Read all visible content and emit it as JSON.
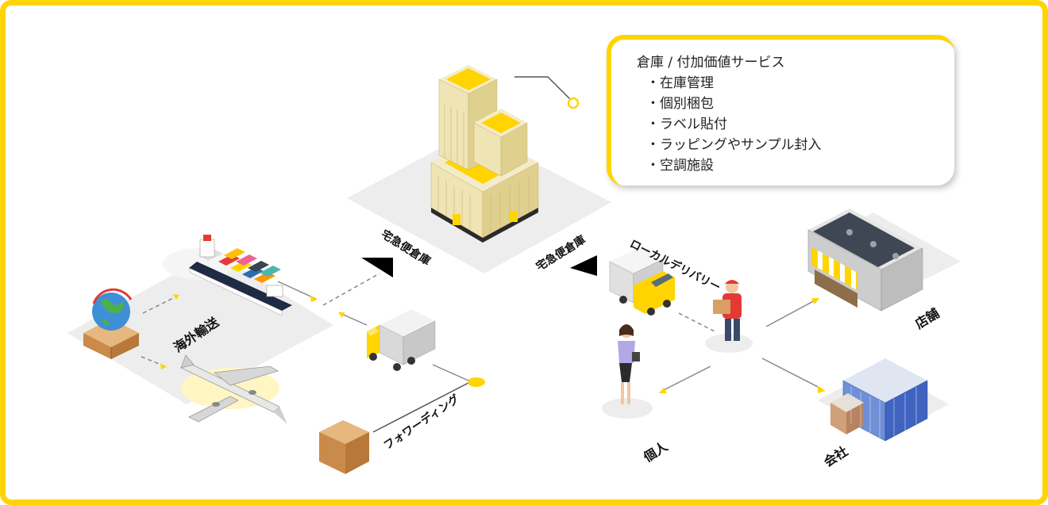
{
  "callout": {
    "title": "倉庫 / 付加価値サービス",
    "items": [
      "在庫管理",
      "個別梱包",
      "ラベル貼付",
      "ラッピングやサンプル封入",
      "空調施設"
    ]
  },
  "labels": {
    "ocean": "海外輸送",
    "warehouse_left": "宅急便倉庫",
    "warehouse_right": "宅急便倉庫",
    "forwarding": "フォワーディング",
    "local_delivery": "ローカルデリバリー",
    "store": "店舗",
    "individual": "個人",
    "company": "会社"
  },
  "colors": {
    "accent": "#ffd400",
    "ground": "#ededed",
    "building": "#f4ecc9",
    "arrow": "#000000"
  }
}
